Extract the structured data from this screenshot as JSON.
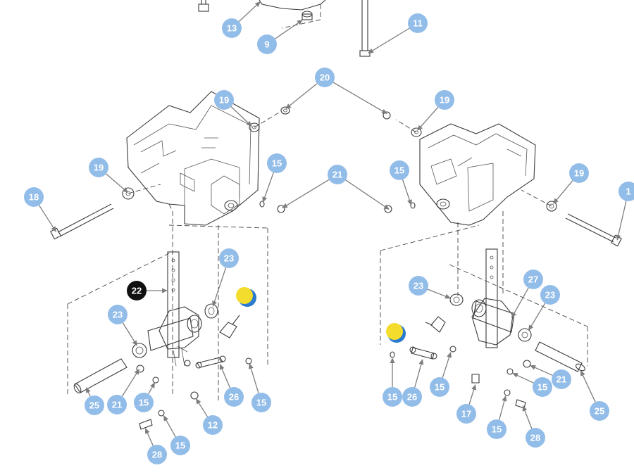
{
  "colors": {
    "callout_fill": "#93bde9",
    "callout_highlight_fill": "#111111",
    "callout_text": "#ffffff",
    "leader_line": "#7d7d7d",
    "marker_yellow": "#f4dc2c",
    "marker_blue": "#2a7bd0"
  },
  "callouts": [
    {
      "label": "13",
      "highlight": false
    },
    {
      "label": "9",
      "highlight": false
    },
    {
      "label": "11",
      "highlight": false
    },
    {
      "label": "20",
      "highlight": false
    },
    {
      "label": "19",
      "highlight": false
    },
    {
      "label": "19",
      "highlight": false
    },
    {
      "label": "19",
      "highlight": false
    },
    {
      "label": "19",
      "highlight": false
    },
    {
      "label": "18",
      "highlight": false
    },
    {
      "label": "15",
      "highlight": false
    },
    {
      "label": "21",
      "highlight": false
    },
    {
      "label": "15",
      "highlight": false
    },
    {
      "label": "1",
      "highlight": false
    },
    {
      "label": "23",
      "highlight": false
    },
    {
      "label": "22",
      "highlight": true
    },
    {
      "label": "23",
      "highlight": false
    },
    {
      "label": "23",
      "highlight": false
    },
    {
      "label": "27",
      "highlight": false
    },
    {
      "label": "23",
      "highlight": false
    },
    {
      "label": "25",
      "highlight": false
    },
    {
      "label": "21",
      "highlight": false
    },
    {
      "label": "15",
      "highlight": false
    },
    {
      "label": "26",
      "highlight": false
    },
    {
      "label": "15",
      "highlight": false
    },
    {
      "label": "12",
      "highlight": false
    },
    {
      "label": "28",
      "highlight": false
    },
    {
      "label": "15",
      "highlight": false
    },
    {
      "label": "15",
      "highlight": false
    },
    {
      "label": "26",
      "highlight": false
    },
    {
      "label": "15",
      "highlight": false
    },
    {
      "label": "17",
      "highlight": false
    },
    {
      "label": "15",
      "highlight": false
    },
    {
      "label": "28",
      "highlight": false
    },
    {
      "label": "21",
      "highlight": false
    },
    {
      "label": "15",
      "highlight": false
    },
    {
      "label": "25",
      "highlight": false
    }
  ]
}
